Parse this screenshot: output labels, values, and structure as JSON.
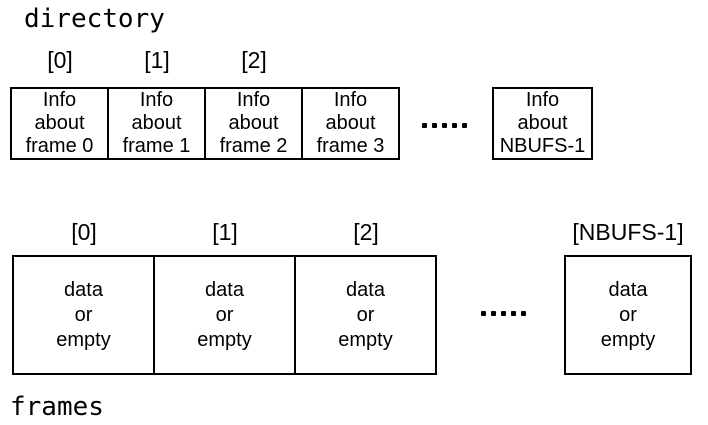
{
  "colors": {
    "background": "#ffffff",
    "line": "#000000",
    "text": "#000000"
  },
  "icons": {
    "ellipsis": "five-square-dots"
  },
  "directory": {
    "title": "directory",
    "indices": [
      "[0]",
      "[1]",
      "[2]"
    ],
    "cells": [
      {
        "lines": [
          "Info",
          "about",
          "frame 0"
        ]
      },
      {
        "lines": [
          "Info",
          "about",
          "frame 1"
        ]
      },
      {
        "lines": [
          "Info",
          "about",
          "frame 2"
        ]
      },
      {
        "lines": [
          "Info",
          "about",
          "frame 3"
        ]
      }
    ],
    "last_cell": {
      "lines": [
        "Info",
        "about",
        "NBUFS-1"
      ]
    }
  },
  "frames": {
    "title": "frames",
    "indices": [
      "[0]",
      "[1]",
      "[2]",
      "[NBUFS-1]"
    ],
    "cells": [
      {
        "lines": [
          "data",
          "or",
          "empty"
        ]
      },
      {
        "lines": [
          "data",
          "or",
          "empty"
        ]
      },
      {
        "lines": [
          "data",
          "or",
          "empty"
        ]
      }
    ],
    "last_cell": {
      "lines": [
        "data",
        "or",
        "empty"
      ]
    }
  }
}
